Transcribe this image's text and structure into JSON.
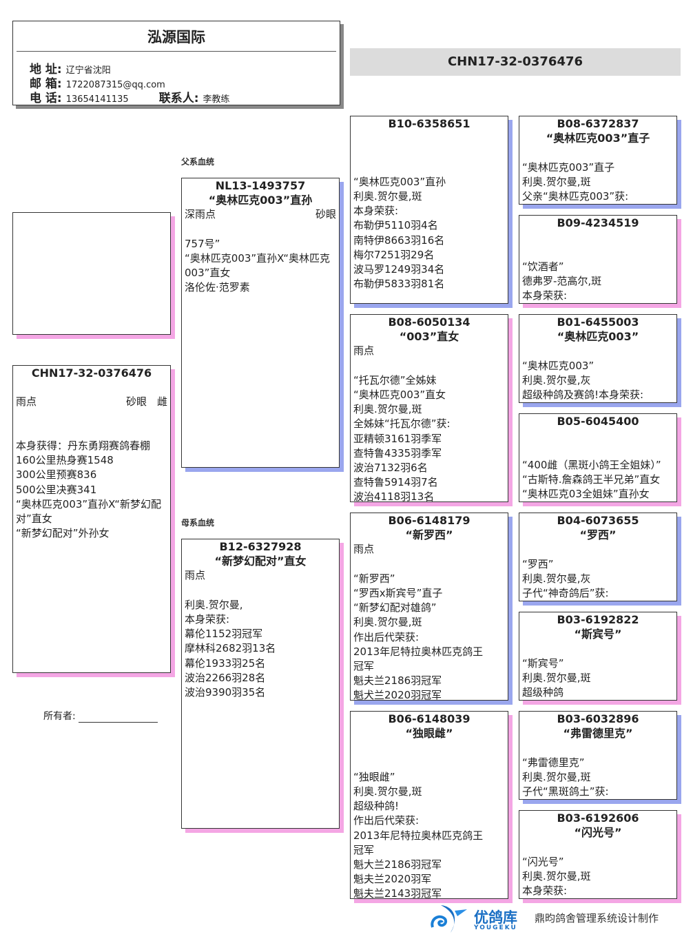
{
  "header": {
    "title": "泓源国际",
    "address_label": "地 址:",
    "address": "辽宁省沈阳",
    "email_label": "邮 箱:",
    "email": "1722087315@qq.com",
    "phone_label": "电 话:",
    "phone": "13654141135",
    "contact_label": "联系人:",
    "contact": "李教练"
  },
  "banner": {
    "ring": "CHN17-32-0376476"
  },
  "sections": {
    "sire_label": "父系血统",
    "dam_label": "母系血统"
  },
  "owner": {
    "label": "所有者:"
  },
  "footer": {
    "brand": "优鸽库",
    "brand_sub": "YOUGEKU",
    "credit": "鼎昀鸽舍管理系统设计制作",
    "brand_color": "#1a6fc4"
  },
  "colors": {
    "shadow_blue": "#9aa6ee",
    "shadow_pink": "#f4a6e4"
  },
  "cards": [
    {
      "id": "subject",
      "shadow": "pink",
      "lines": [
        {
          "t": "CHN17-32-0376476",
          "k": "t"
        },
        {
          "t": ""
        },
        {
          "l": "雨点",
          "r": "砂眼　雌"
        },
        {
          "t": ""
        },
        {
          "t": ""
        },
        {
          "t": "本身获得：丹东勇翔赛鸽春棚"
        },
        {
          "t": "160公里热身赛1548"
        },
        {
          "t": "300公里预赛836"
        },
        {
          "t": "500公里决赛341"
        },
        {
          "t": "“奥林匹克003”直孙X“新梦幻配"
        },
        {
          "t": "对”直女"
        },
        {
          "t": "“新梦幻配对”外孙女"
        }
      ]
    },
    {
      "id": "sire",
      "shadow": "blue",
      "lines": [
        {
          "t": "NL13-1493757",
          "k": "t"
        },
        {
          "t": "“奥林匹克003”直孙",
          "k": "t"
        },
        {
          "l": "深雨点",
          "r": "砂眼"
        },
        {
          "t": ""
        },
        {
          "t": "757号”"
        },
        {
          "t": "“奥林匹克003”直孙X“奥林匹克"
        },
        {
          "t": "003”直女"
        },
        {
          "t": "洛伦佐·范罗素"
        }
      ]
    },
    {
      "id": "dam",
      "shadow": "pink",
      "lines": [
        {
          "t": "B12-6327928",
          "k": "t"
        },
        {
          "t": "“新梦幻配对”直女",
          "k": "t"
        },
        {
          "t": "雨点"
        },
        {
          "t": ""
        },
        {
          "t": "利奥.贺尔曼,"
        },
        {
          "t": "本身荣获:"
        },
        {
          "t": "幕伦1152羽冠军"
        },
        {
          "t": "摩林科2682羽13名"
        },
        {
          "t": "幕伦1933羽25名"
        },
        {
          "t": "波治2266羽28名"
        },
        {
          "t": "波治9390羽35名"
        }
      ]
    },
    {
      "id": "ss",
      "shadow": "blue",
      "lines": [
        {
          "t": "B10-6358651",
          "k": "t"
        },
        {
          "t": ""
        },
        {
          "t": ""
        },
        {
          "t": ""
        },
        {
          "t": "“奥林匹克003”直孙"
        },
        {
          "t": "利奥.贺尔曼,斑"
        },
        {
          "t": "本身荣获:"
        },
        {
          "t": "布勒伊5110羽4名"
        },
        {
          "t": "南特伊8663羽16名"
        },
        {
          "t": "梅尔7251羽29名"
        },
        {
          "t": "波马罗1249羽34名"
        },
        {
          "t": "布勒伊5833羽81名"
        }
      ]
    },
    {
      "id": "sd",
      "shadow": "pink",
      "lines": [
        {
          "t": "B08-6050134",
          "k": "t"
        },
        {
          "t": "“003”直女",
          "k": "t"
        },
        {
          "t": "雨点"
        },
        {
          "t": ""
        },
        {
          "t": "“托瓦尔德”全姊妹"
        },
        {
          "t": "“奥林匹克003”直女"
        },
        {
          "t": "利奥.贺尔曼,斑"
        },
        {
          "t": "全姊妹“托瓦尔德”获:"
        },
        {
          "t": "亚精顿3161羽季军"
        },
        {
          "t": "查特鲁4335羽季军"
        },
        {
          "t": "波治7132羽6名"
        },
        {
          "t": "查特鲁5914羽7名"
        },
        {
          "t": "波治4118羽13名"
        }
      ]
    },
    {
      "id": "ds",
      "shadow": "blue",
      "lines": [
        {
          "t": "B06-6148179",
          "k": "t"
        },
        {
          "t": "“新罗西”",
          "k": "t"
        },
        {
          "t": "雨点"
        },
        {
          "t": ""
        },
        {
          "t": "“新罗西”"
        },
        {
          "t": "“罗西x斯宾号”直子"
        },
        {
          "t": "“新梦幻配对雄鸽”"
        },
        {
          "t": "利奥.贺尔曼,斑"
        },
        {
          "t": "作出后代荣获:"
        },
        {
          "t": "2013年尼特拉奥林匹克鸽王"
        },
        {
          "t": "冠军"
        },
        {
          "t": "魁夫兰2186羽冠军"
        },
        {
          "t": "魁犬兰2020羽冠军"
        }
      ]
    },
    {
      "id": "dd",
      "shadow": "pink",
      "lines": [
        {
          "t": "B06-6148039",
          "k": "t"
        },
        {
          "t": "“独眼雌”",
          "k": "t"
        },
        {
          "t": ""
        },
        {
          "t": ""
        },
        {
          "t": "“独眼雌”"
        },
        {
          "t": "利奥.贺尔曼,斑"
        },
        {
          "t": "超级种鸽!"
        },
        {
          "t": "作出后代荣获:"
        },
        {
          "t": "2013年尼特拉奥林匹克鸽王"
        },
        {
          "t": "冠军"
        },
        {
          "t": "魁大兰2186羽冠军"
        },
        {
          "t": "魁夫兰2020羽军"
        },
        {
          "t": "魁夫兰2143羽冠军"
        }
      ]
    },
    {
      "id": "sss",
      "shadow": "blue",
      "lines": [
        {
          "t": "B08-6372837",
          "k": "t"
        },
        {
          "t": "“奥林匹克003”直子",
          "k": "t"
        },
        {
          "t": ""
        },
        {
          "t": "“奥林匹克003”直子"
        },
        {
          "t": "利奥.贺尔曼,斑"
        },
        {
          "t": "父亲“奥林匹克003”获:"
        }
      ]
    },
    {
      "id": "ssd",
      "shadow": "pink",
      "lines": [
        {
          "t": "B09-4234519",
          "k": "t"
        },
        {
          "t": ""
        },
        {
          "t": ""
        },
        {
          "t": "“饮酒者”"
        },
        {
          "t": "德弗罗-范高尔,斑"
        },
        {
          "t": "本身荣获:"
        }
      ]
    },
    {
      "id": "sds",
      "shadow": "blue",
      "lines": [
        {
          "t": "B01-6455003",
          "k": "t"
        },
        {
          "t": "“奥林匹克003”",
          "k": "t"
        },
        {
          "t": ""
        },
        {
          "t": "“奥林匹克003”"
        },
        {
          "t": "利奥.贺尔曼,灰"
        },
        {
          "t": "超级种鸽及赛鸽!本身荣获:"
        }
      ]
    },
    {
      "id": "sdd",
      "shadow": "pink",
      "lines": [
        {
          "t": "B05-6045400",
          "k": "t"
        },
        {
          "t": ""
        },
        {
          "t": ""
        },
        {
          "t": "“400雌（黑斑小鸽王全姐妹）”"
        },
        {
          "t": "“古斯特.詹森鸽王半兄弟”直女"
        },
        {
          "t": "“奥林匹克03全姐妹”直孙女"
        }
      ]
    },
    {
      "id": "dss",
      "shadow": "blue",
      "lines": [
        {
          "t": "B04-6073655",
          "k": "t"
        },
        {
          "t": "“罗西”",
          "k": "t"
        },
        {
          "t": ""
        },
        {
          "t": "“罗西”"
        },
        {
          "t": "利奥.贺尔曼,灰"
        },
        {
          "t": "子代“神奇鸽后”获:"
        }
      ]
    },
    {
      "id": "dsd",
      "shadow": "pink",
      "lines": [
        {
          "t": "B03-6192822",
          "k": "t"
        },
        {
          "t": "“斯宾号”",
          "k": "t"
        },
        {
          "t": ""
        },
        {
          "t": "“斯宾号”"
        },
        {
          "t": "利奥.贺尔曼,斑"
        },
        {
          "t": "超级种鸽"
        }
      ]
    },
    {
      "id": "dds",
      "shadow": "blue",
      "lines": [
        {
          "t": "B03-6032896",
          "k": "t"
        },
        {
          "t": "“弗雷德里克”",
          "k": "t"
        },
        {
          "t": ""
        },
        {
          "t": "“弗雷德里克”"
        },
        {
          "t": "利奥.贺尔曼,斑"
        },
        {
          "t": "子代“黑斑鸽土”获:"
        }
      ]
    },
    {
      "id": "ddd",
      "shadow": "pink",
      "lines": [
        {
          "t": "B03-6192606",
          "k": "t"
        },
        {
          "t": "“闪光号”",
          "k": "t"
        },
        {
          "t": ""
        },
        {
          "t": "“闪光号”"
        },
        {
          "t": "利奥.贺尔曼,斑"
        },
        {
          "t": "本身荣获:"
        }
      ]
    }
  ]
}
